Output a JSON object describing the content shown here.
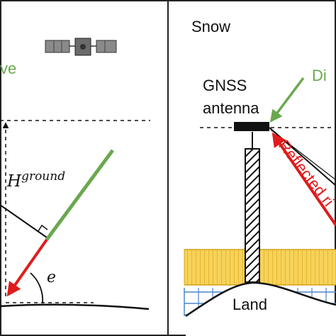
{
  "left_panel": {
    "wave_label": "ve",
    "height_symbol": "H",
    "height_superscript": "ground",
    "elevation_symbol": "e"
  },
  "right_panel": {
    "title": "Snow",
    "antenna_label_line1": "GNSS",
    "antenna_label_line2": "antenna",
    "direct_label": "Di",
    "reflected_label": "Reflected",
    "reflected_label_cut": "ri",
    "land_label": "Land"
  },
  "colors": {
    "direct": "#6aa84f",
    "reflected": "#e01b1b",
    "snow": "#f2c12e",
    "ground_layer": "#4a86c8",
    "line": "#111111"
  }
}
